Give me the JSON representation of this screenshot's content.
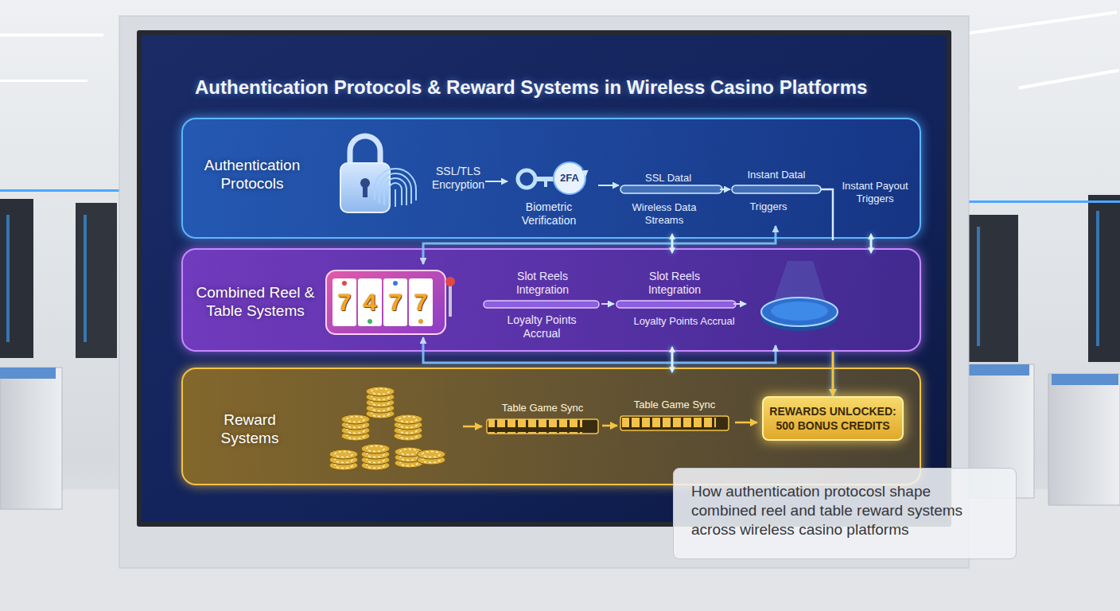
{
  "diagram": {
    "title": "Authentication Protocols & Reward Systems in Wireless Casino Platforms",
    "caption": "How authentication protocosl shape combined reel and table reward systems across wireless casino platforms",
    "nodes": [
      {
        "text": [
          "Authentication Protocols"
        ]
      },
      {
        "text": [
          "Combined Reel & Table Systems"
        ]
      },
      {
        "text": [
          "Reward Systems"
        ]
      },
      {
        "text": [
          "REWARDS UNLOCKED: 500 BONUS CREDITS"
        ],
        "in": 2
      }
    ],
    "edges": [
      {
        "from": 0,
        "to": 1,
        "arrow": "both"
      },
      {
        "from": 0,
        "to": 1,
        "arrow": "both"
      },
      {
        "from": 1,
        "to": 2,
        "arrow": "both"
      },
      {
        "from": 1,
        "to": 3,
        "arrow": "to"
      }
    ],
    "labels": [
      "SSL/TLS Encryption",
      "2FA",
      "Biometric Verification",
      "SSL Datal",
      "Wireless Data Streams",
      "Instant Datal",
      "Triggers",
      "Instant Payout Triggers",
      "7",
      "4",
      "7",
      "7",
      "Slot Reels Integration",
      "Loyalty Points Accrual",
      "Slot Reels Integration",
      "Loyalty Points Accrual",
      "Table Game Sync",
      "Table Game Sync"
    ]
  }
}
